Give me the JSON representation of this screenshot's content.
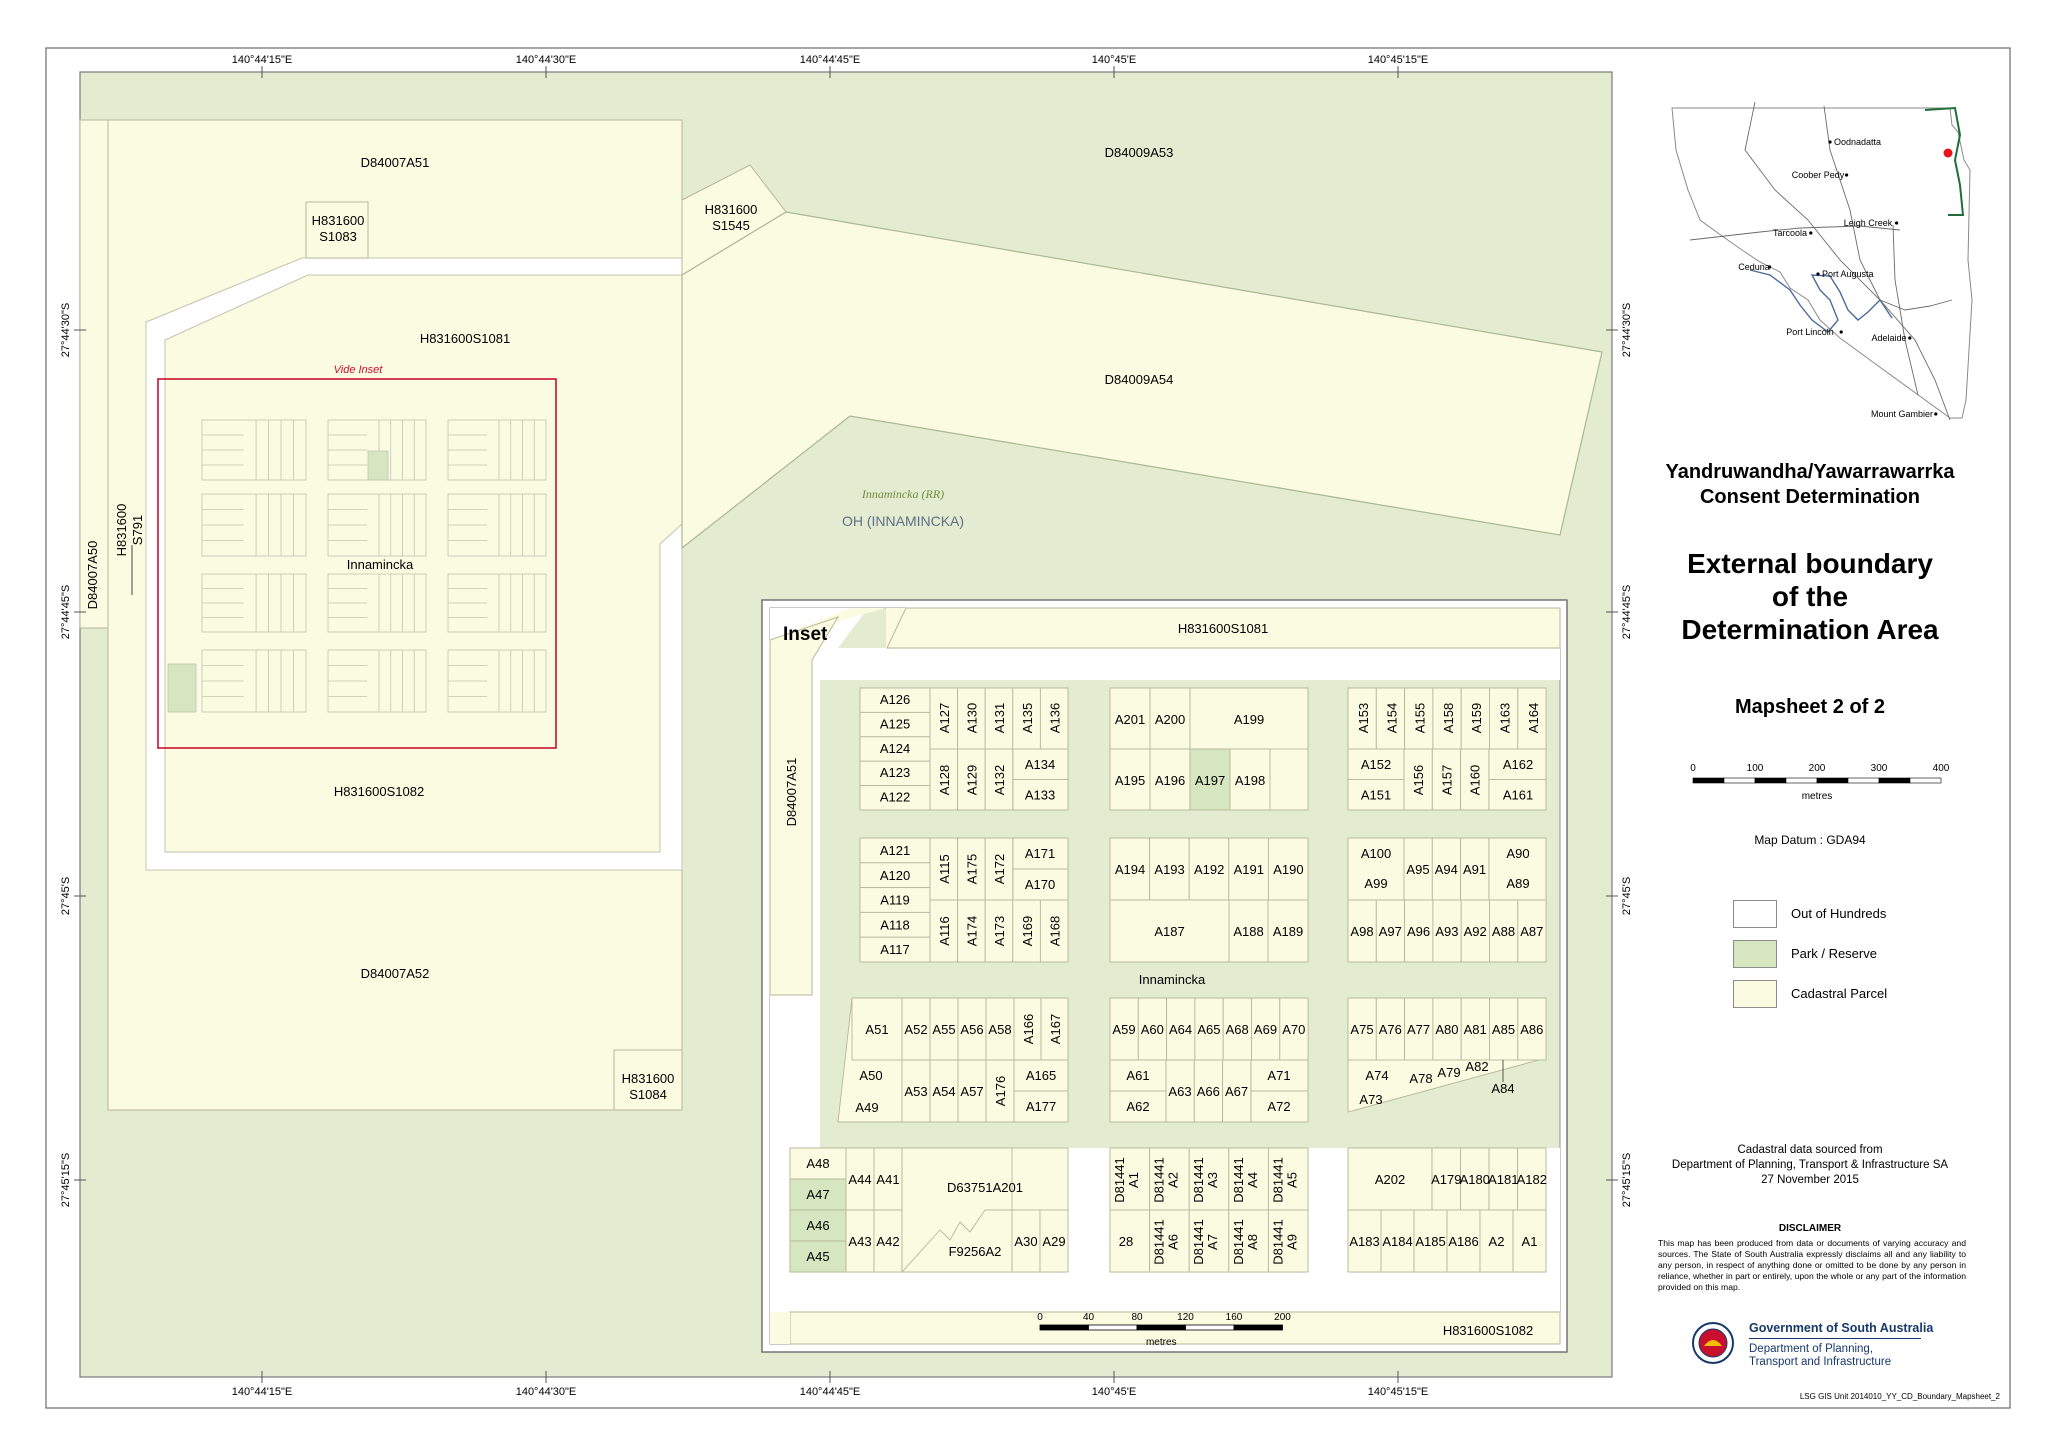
{
  "main_map": {
    "coord_top": [
      "140°44'15\"E",
      "140°44'30\"E",
      "140°44'45\"E",
      "140°45'E",
      "140°45'15\"E"
    ],
    "coord_bottom": [
      "140°44'15\"E",
      "140°44'30\"E",
      "140°44'45\"E",
      "140°45'E",
      "140°45'15\"E"
    ],
    "coord_left": [
      "27°44'30\"S",
      "27°44'45\"S",
      "27°45'S",
      "27°45'15\"S"
    ],
    "coord_right": [
      "27°44'30\"S",
      "27°44'45\"S",
      "27°45'S",
      "27°45'15\"S"
    ],
    "parcels": {
      "d84007a51": "D84007A51",
      "d84009a53": "D84009A53",
      "h831600s1083": [
        "H831600",
        "S1083"
      ],
      "h831600s1545": [
        "H831600",
        "S1545"
      ],
      "h831600s1081": "H831600S1081",
      "d84009a54": "D84009A54",
      "h831600s791": [
        "H831600",
        "S791"
      ],
      "d84007a50": "D84007A50",
      "h831600s1082": "H831600S1082",
      "d84007a52": "D84007A52",
      "h831600s1084": [
        "H831600",
        "S1084"
      ]
    },
    "vide_inset": "Vide Inset",
    "town": "Innamincka",
    "reserve": "Innamincka (RR)",
    "oh": "OH (INNAMINCKA)"
  },
  "inset": {
    "title": "Inset",
    "top_parcel": "H831600S1081",
    "left_parcel": "D84007A51",
    "bottom_parcel": "H831600S1082",
    "town": "Innamincka",
    "scale": {
      "ticks": [
        "0",
        "40",
        "80",
        "120",
        "160",
        "200"
      ],
      "unit": "metres"
    },
    "block_a": {
      "left": [
        "A126",
        "A125",
        "A124",
        "A123",
        "A122"
      ],
      "top": [
        "A127",
        "A130",
        "A131",
        "A135",
        "A136"
      ],
      "bottom": [
        "A128",
        "A129",
        "A132"
      ],
      "right": [
        "A134",
        "A133"
      ]
    },
    "block_b": {
      "top": [
        "A201",
        "A200",
        "A199"
      ],
      "bottom": [
        "A195",
        "A196",
        "A197",
        "A198"
      ]
    },
    "block_c": {
      "top": [
        "A153",
        "A154",
        "A155",
        "A158",
        "A159",
        "A163",
        "A164"
      ],
      "left": [
        "A152",
        "A151"
      ],
      "mid": [
        "A156",
        "A157",
        "A160"
      ],
      "right": [
        "A162",
        "A161"
      ]
    },
    "block_d": {
      "left": [
        "A121",
        "A120",
        "A119",
        "A118",
        "A117"
      ],
      "top": [
        "A115",
        "A175",
        "A172"
      ],
      "bottom": [
        "A116",
        "A174",
        "A173",
        "A169",
        "A168"
      ],
      "right": [
        "A171",
        "A170"
      ]
    },
    "block_e": {
      "top": [
        "A194",
        "A193",
        "A192",
        "A191",
        "A190"
      ],
      "bottom": [
        "A187",
        "A188",
        "A189"
      ]
    },
    "block_f": {
      "top": [
        "A100",
        "A90"
      ],
      "mid": [
        "A95",
        "A94",
        "A91"
      ],
      "left2": "A99",
      "right2": "A89",
      "bottom": [
        "A98",
        "A97",
        "A96",
        "A93",
        "A92",
        "A88",
        "A87"
      ]
    },
    "block_g": {
      "top": [
        "A51",
        "A52",
        "A55",
        "A56",
        "A58"
      ],
      "rot": [
        "A166",
        "A167",
        "A176"
      ],
      "left": [
        "A50",
        "A49"
      ],
      "mid": [
        "A53",
        "A54",
        "A57"
      ],
      "right": [
        "A165",
        "A177"
      ]
    },
    "block_h": {
      "top": [
        "A59",
        "A60",
        "A64",
        "A65",
        "A68",
        "A69",
        "A70"
      ],
      "left": [
        "A61",
        "A62"
      ],
      "mid": [
        "A63",
        "A66",
        "A67"
      ],
      "right": [
        "A71",
        "A72"
      ]
    },
    "block_i": {
      "top": [
        "A75",
        "A76",
        "A77",
        "A80",
        "A81",
        "A85",
        "A86"
      ],
      "left": [
        "A74",
        "A73"
      ],
      "mid": [
        "A78",
        "A79",
        "A82"
      ],
      "a84": "A84"
    },
    "block_j": {
      "left": [
        "A48",
        "A47",
        "A46",
        "A45"
      ],
      "top": [
        "A44",
        "A41"
      ],
      "bottom": [
        "A43",
        "A42"
      ],
      "big": "D63751A201",
      "f9": "F9256A2",
      "right": [
        "A30",
        "A29"
      ]
    },
    "block_k": {
      "top": [
        [
          "D81441",
          "A1"
        ],
        [
          "D81441",
          "A2"
        ],
        [
          "D81441",
          "A3"
        ],
        [
          "D81441",
          "A4"
        ],
        [
          "D81441",
          "A5"
        ]
      ],
      "bottom_first": "28",
      "bottom": [
        [
          "D81441",
          "A6"
        ],
        [
          "D81441",
          "A7"
        ],
        [
          "D81441",
          "A8"
        ],
        [
          "D81441",
          "A9"
        ]
      ]
    },
    "block_l": {
      "top": [
        "A202",
        "A179",
        "A180",
        "A181",
        "A182"
      ],
      "bottom": [
        "A183",
        "A184",
        "A185",
        "A186",
        "A2",
        "A1"
      ]
    }
  },
  "locator": {
    "towns": [
      "Oodnadatta",
      "Coober Pedy",
      "Leigh Creek",
      "Tarcoola",
      "Ceduna",
      "Port Augusta",
      "Port Lincoln",
      "Adelaide",
      "Mount Gambier"
    ],
    "marker_color": "#e8141c"
  },
  "side": {
    "title_line1": "Yandruwandha/Yawarrawarrka",
    "title_line2": "Consent Determination",
    "heading_line1": "External boundary",
    "heading_line2": "of the",
    "heading_line3": "Determination Area",
    "mapsheet": "Mapsheet 2 of 2",
    "scale": {
      "ticks": [
        "0",
        "100",
        "200",
        "300",
        "400"
      ],
      "unit": "metres"
    },
    "datum": "Map Datum : GDA94",
    "legend": [
      {
        "label": "Out of Hundreds",
        "color": "#ffffff"
      },
      {
        "label": "Park / Reserve",
        "color": "#d5e6c0"
      },
      {
        "label": "Cadastral Parcel",
        "color": "#fbfbe2"
      }
    ],
    "cadastral_line1": "Cadastral data sourced from",
    "cadastral_line2": "Department of Planning, Transport & Infrastructure SA",
    "cadastral_line3": "27 November 2015",
    "disclaimer_title": "DISCLAIMER",
    "disclaimer_text": "This map has been produced from data or documents of varying accuracy and sources. The State of South Australia expressly disclaims all and any liability to any person, in respect of anything done or omitted to be done by any person in reliance, whether in part or entirely, upon the whole or any part of the information provided on this map.",
    "gov_name": "Government of South Australia",
    "gov_dept_line1": "Department of Planning,",
    "gov_dept_line2": "Transport and Infrastructure",
    "footer": "LSG GIS Unit  2014010_YY_CD_Boundary_Mapsheet_2"
  },
  "colors": {
    "reserve_green": "#e3ecd0",
    "park_green": "#d5e6c0",
    "parcel_yellow": "#fbfbe2",
    "road_white": "#ffffff",
    "inset_frame_red": "#c8102e",
    "border_grey": "#9a9a9a"
  }
}
